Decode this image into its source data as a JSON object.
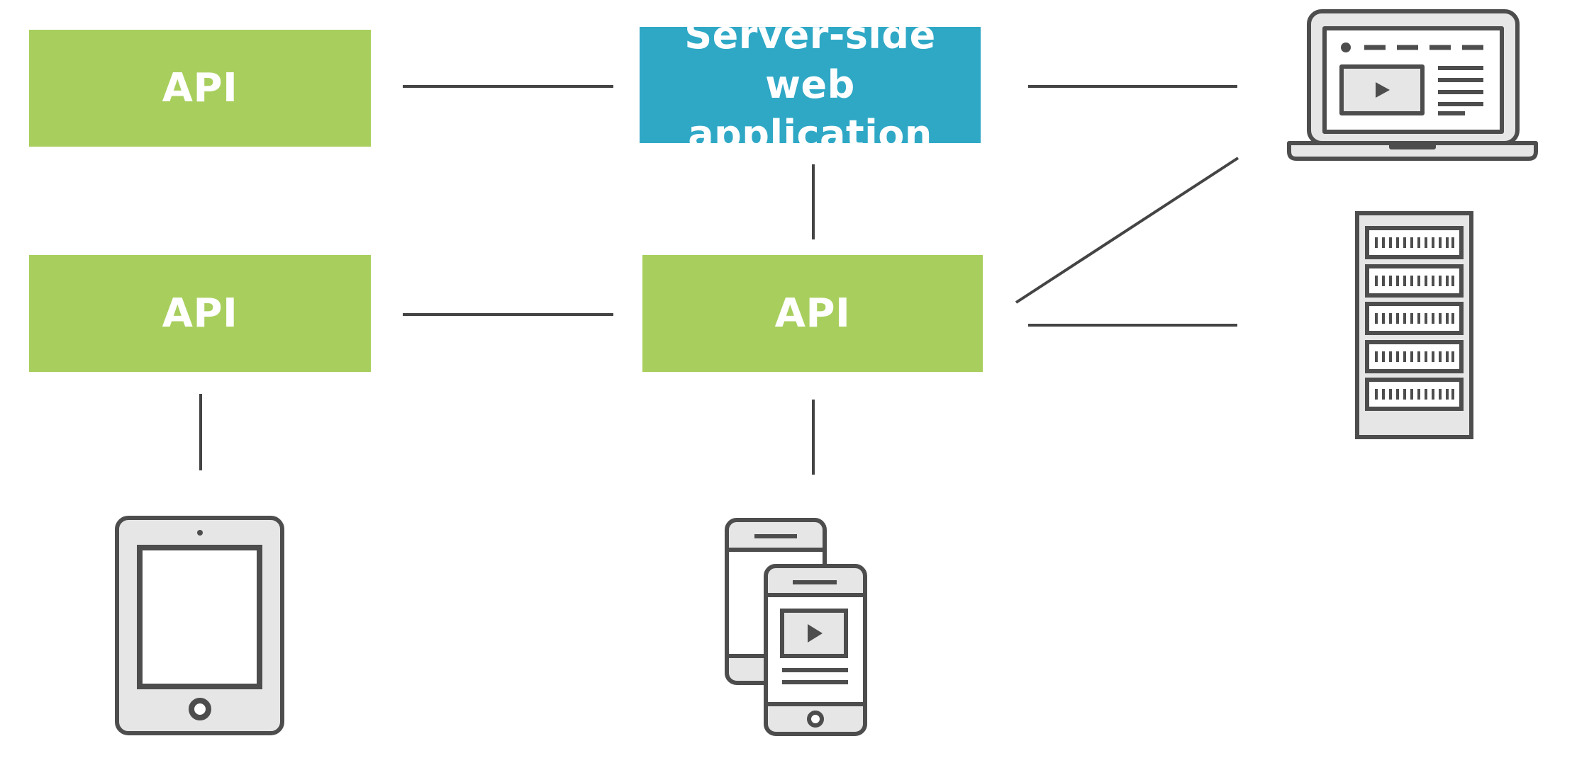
{
  "nodes": {
    "api_top_left": {
      "label": "API"
    },
    "api_mid_left": {
      "label": "API"
    },
    "api_center": {
      "label": "API"
    },
    "web_app": {
      "line1": "Server-side",
      "line2": "web application"
    }
  },
  "icons": {
    "laptop": "laptop-icon",
    "server_rack": "server-rack-icon",
    "tablet": "tablet-icon",
    "mobile_phones": "mobile-phones-icon"
  },
  "colors": {
    "api_box": "#a8cf5e",
    "web_app_box": "#2fa8c6",
    "connector": "#444444",
    "icon_stroke": "#4d4d4d",
    "icon_fill": "#e6e6e6"
  }
}
